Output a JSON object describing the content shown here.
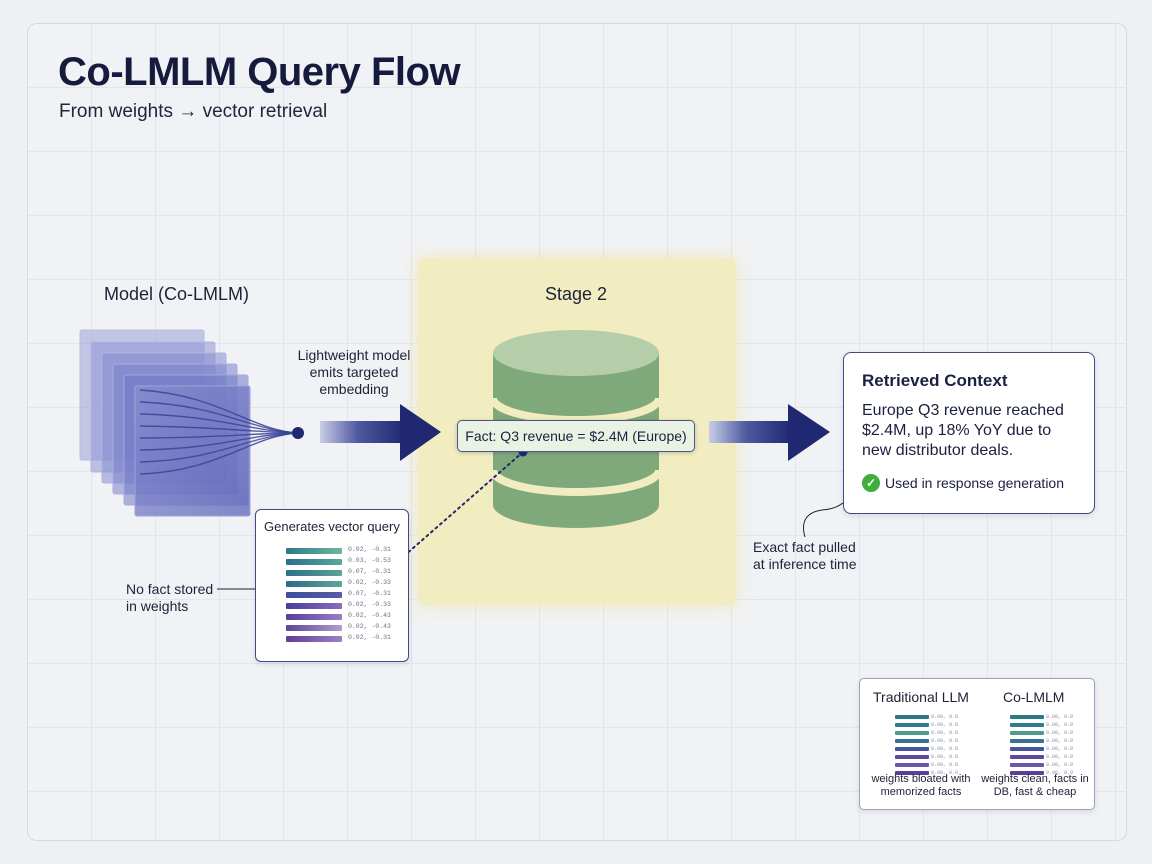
{
  "title": "Co-LMLM Query Flow",
  "subtitle": "From weights → vector retrieval",
  "model": {
    "label": "Model (Co-LMLM)"
  },
  "stage": {
    "label": "Stage 2"
  },
  "callouts": {
    "embedding": "Lightweight model emits targeted embedding",
    "no_fact": "No fact stored in weights",
    "exact_fact": "Exact fact pulled at inference time"
  },
  "query_box": {
    "title": "Generates vector query",
    "rows": [
      "0.02, -0.31",
      "0.03, -0.53",
      "0.07, -0.31",
      "0.02, -0.33",
      "0.07, -0.31",
      "0.02, -0.33",
      "0.02, -0.43",
      "0.02, -0.43",
      "0.02, -0.31"
    ]
  },
  "fact": "Fact: Q3 revenue = $2.4M (Europe)",
  "context": {
    "title": "Retrieved Context",
    "body": "Europe Q3 revenue reached $2.4M, up 18% YoY due to new distributor deals.",
    "status": "Used in response generation"
  },
  "comparison": {
    "left_title": "Traditional LLM",
    "right_title": "Co-LMLM",
    "left_note": "weights bloated with memorized facts",
    "right_note": "weights clean, facts in DB, fast & cheap",
    "rows": [
      "0.00, 0.0",
      "0.00, 0.0",
      "0.00, 0.0",
      "0.00, 0.0",
      "0.00, 0.0",
      "0.00, 0.0",
      "0.00, 0.0",
      "0.00, 0.0"
    ]
  },
  "colors": {
    "navy": "#1f2870",
    "stage_bg": "#f1edc0",
    "db_green": "#7fa97b",
    "check_green": "#3fae3a"
  }
}
